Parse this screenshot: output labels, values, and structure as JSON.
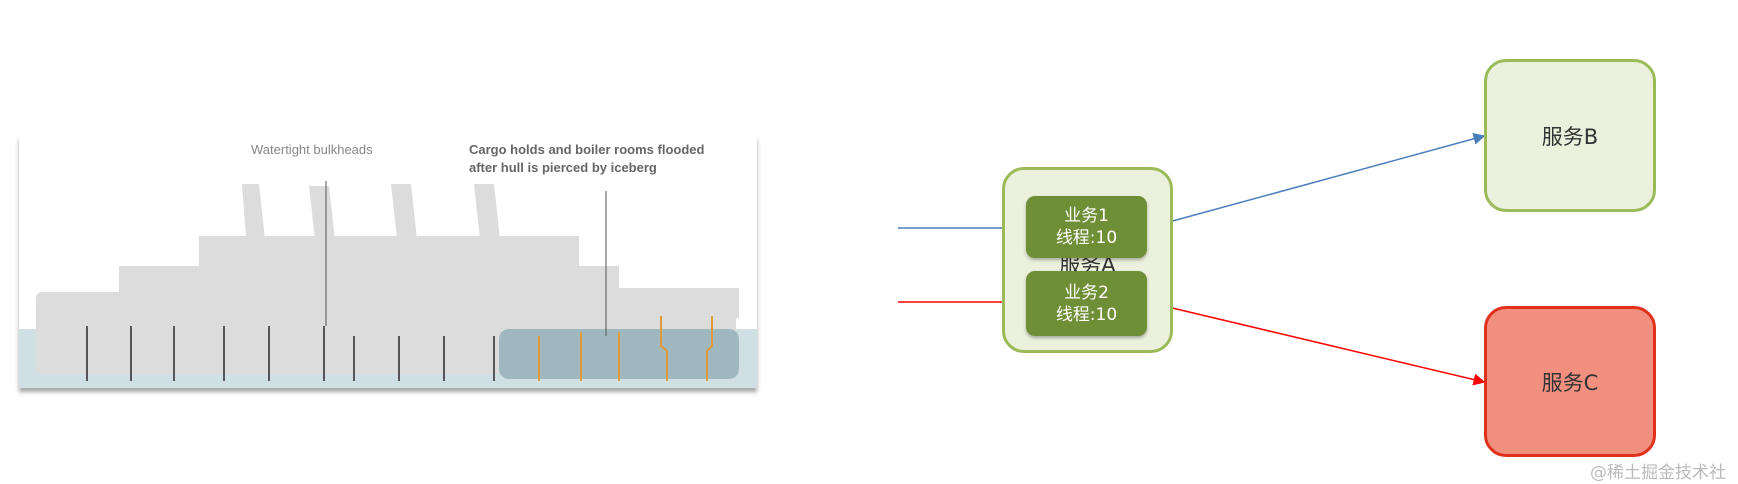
{
  "ship_figure": {
    "label_bulkheads": "Watertight bulkheads",
    "label_flooded_line1": "Cargo holds and boiler rooms flooded",
    "label_flooded_line2": "after hull is pierced by iceberg",
    "colors": {
      "water": "#cfdfe3",
      "flooded": "#9fb8c0",
      "hull": "#dcdcdc",
      "bulkhead": "#555555",
      "bulkhead_flooded": "#e09a3a"
    }
  },
  "diagram": {
    "service_a": {
      "label": "服务A",
      "fill": "#ebf1dd",
      "border": "#9bbb59"
    },
    "task1": {
      "line1": "业务1",
      "line2": "线程:10"
    },
    "task2": {
      "line1": "业务2",
      "line2": "线程:10"
    },
    "service_b": {
      "label": "服务B",
      "fill": "#ebf1dd",
      "border": "#9bbb59"
    },
    "service_c": {
      "label": "服务C",
      "fill": "#f29080",
      "border": "#e0311d"
    },
    "arrow_colors": {
      "blue": "#4a7ebb",
      "red": "#ff0000"
    }
  },
  "watermark": "@稀土掘金技术社区"
}
